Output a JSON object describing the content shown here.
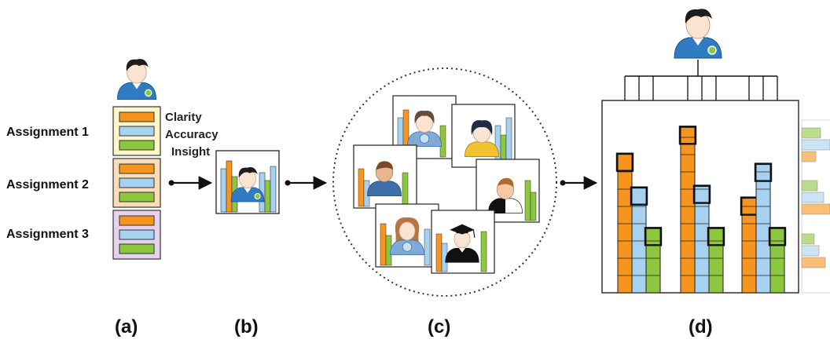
{
  "panel_a": {
    "assignments": [
      "Assignment 1",
      "Assignment 2",
      "Assignment 3"
    ],
    "criteria": [
      "Clarity",
      "Accuracy",
      "Insight"
    ],
    "caption": "(a)"
  },
  "panel_b": {
    "caption": "(b)"
  },
  "panel_c": {
    "caption": "(c)"
  },
  "panel_d": {
    "caption": "(d)",
    "groups": [
      {
        "orange": 0.82,
        "blue": 0.62,
        "green": 0.38
      },
      {
        "orange": 0.98,
        "blue": 0.63,
        "green": 0.38
      },
      {
        "orange": 0.56,
        "blue": 0.76,
        "green": 0.38
      }
    ]
  },
  "colors": {
    "orange": "#f7941d",
    "blue": "#a7d1f0",
    "green": "#8dc63f",
    "assignment1_bg": "#fdf6c8",
    "assignment2_bg": "#fbdcb8",
    "assignment3_bg": "#e6d2ec",
    "avatar_shirt": "#2f7cc2",
    "avatar_hair": "#1d1d1d",
    "avatar_skin": "#fbe3d2"
  },
  "icons": [
    "user-avatar-icon",
    "reviewer-avatar-icon",
    "arrow-right-icon",
    "arrow-down-icon"
  ]
}
